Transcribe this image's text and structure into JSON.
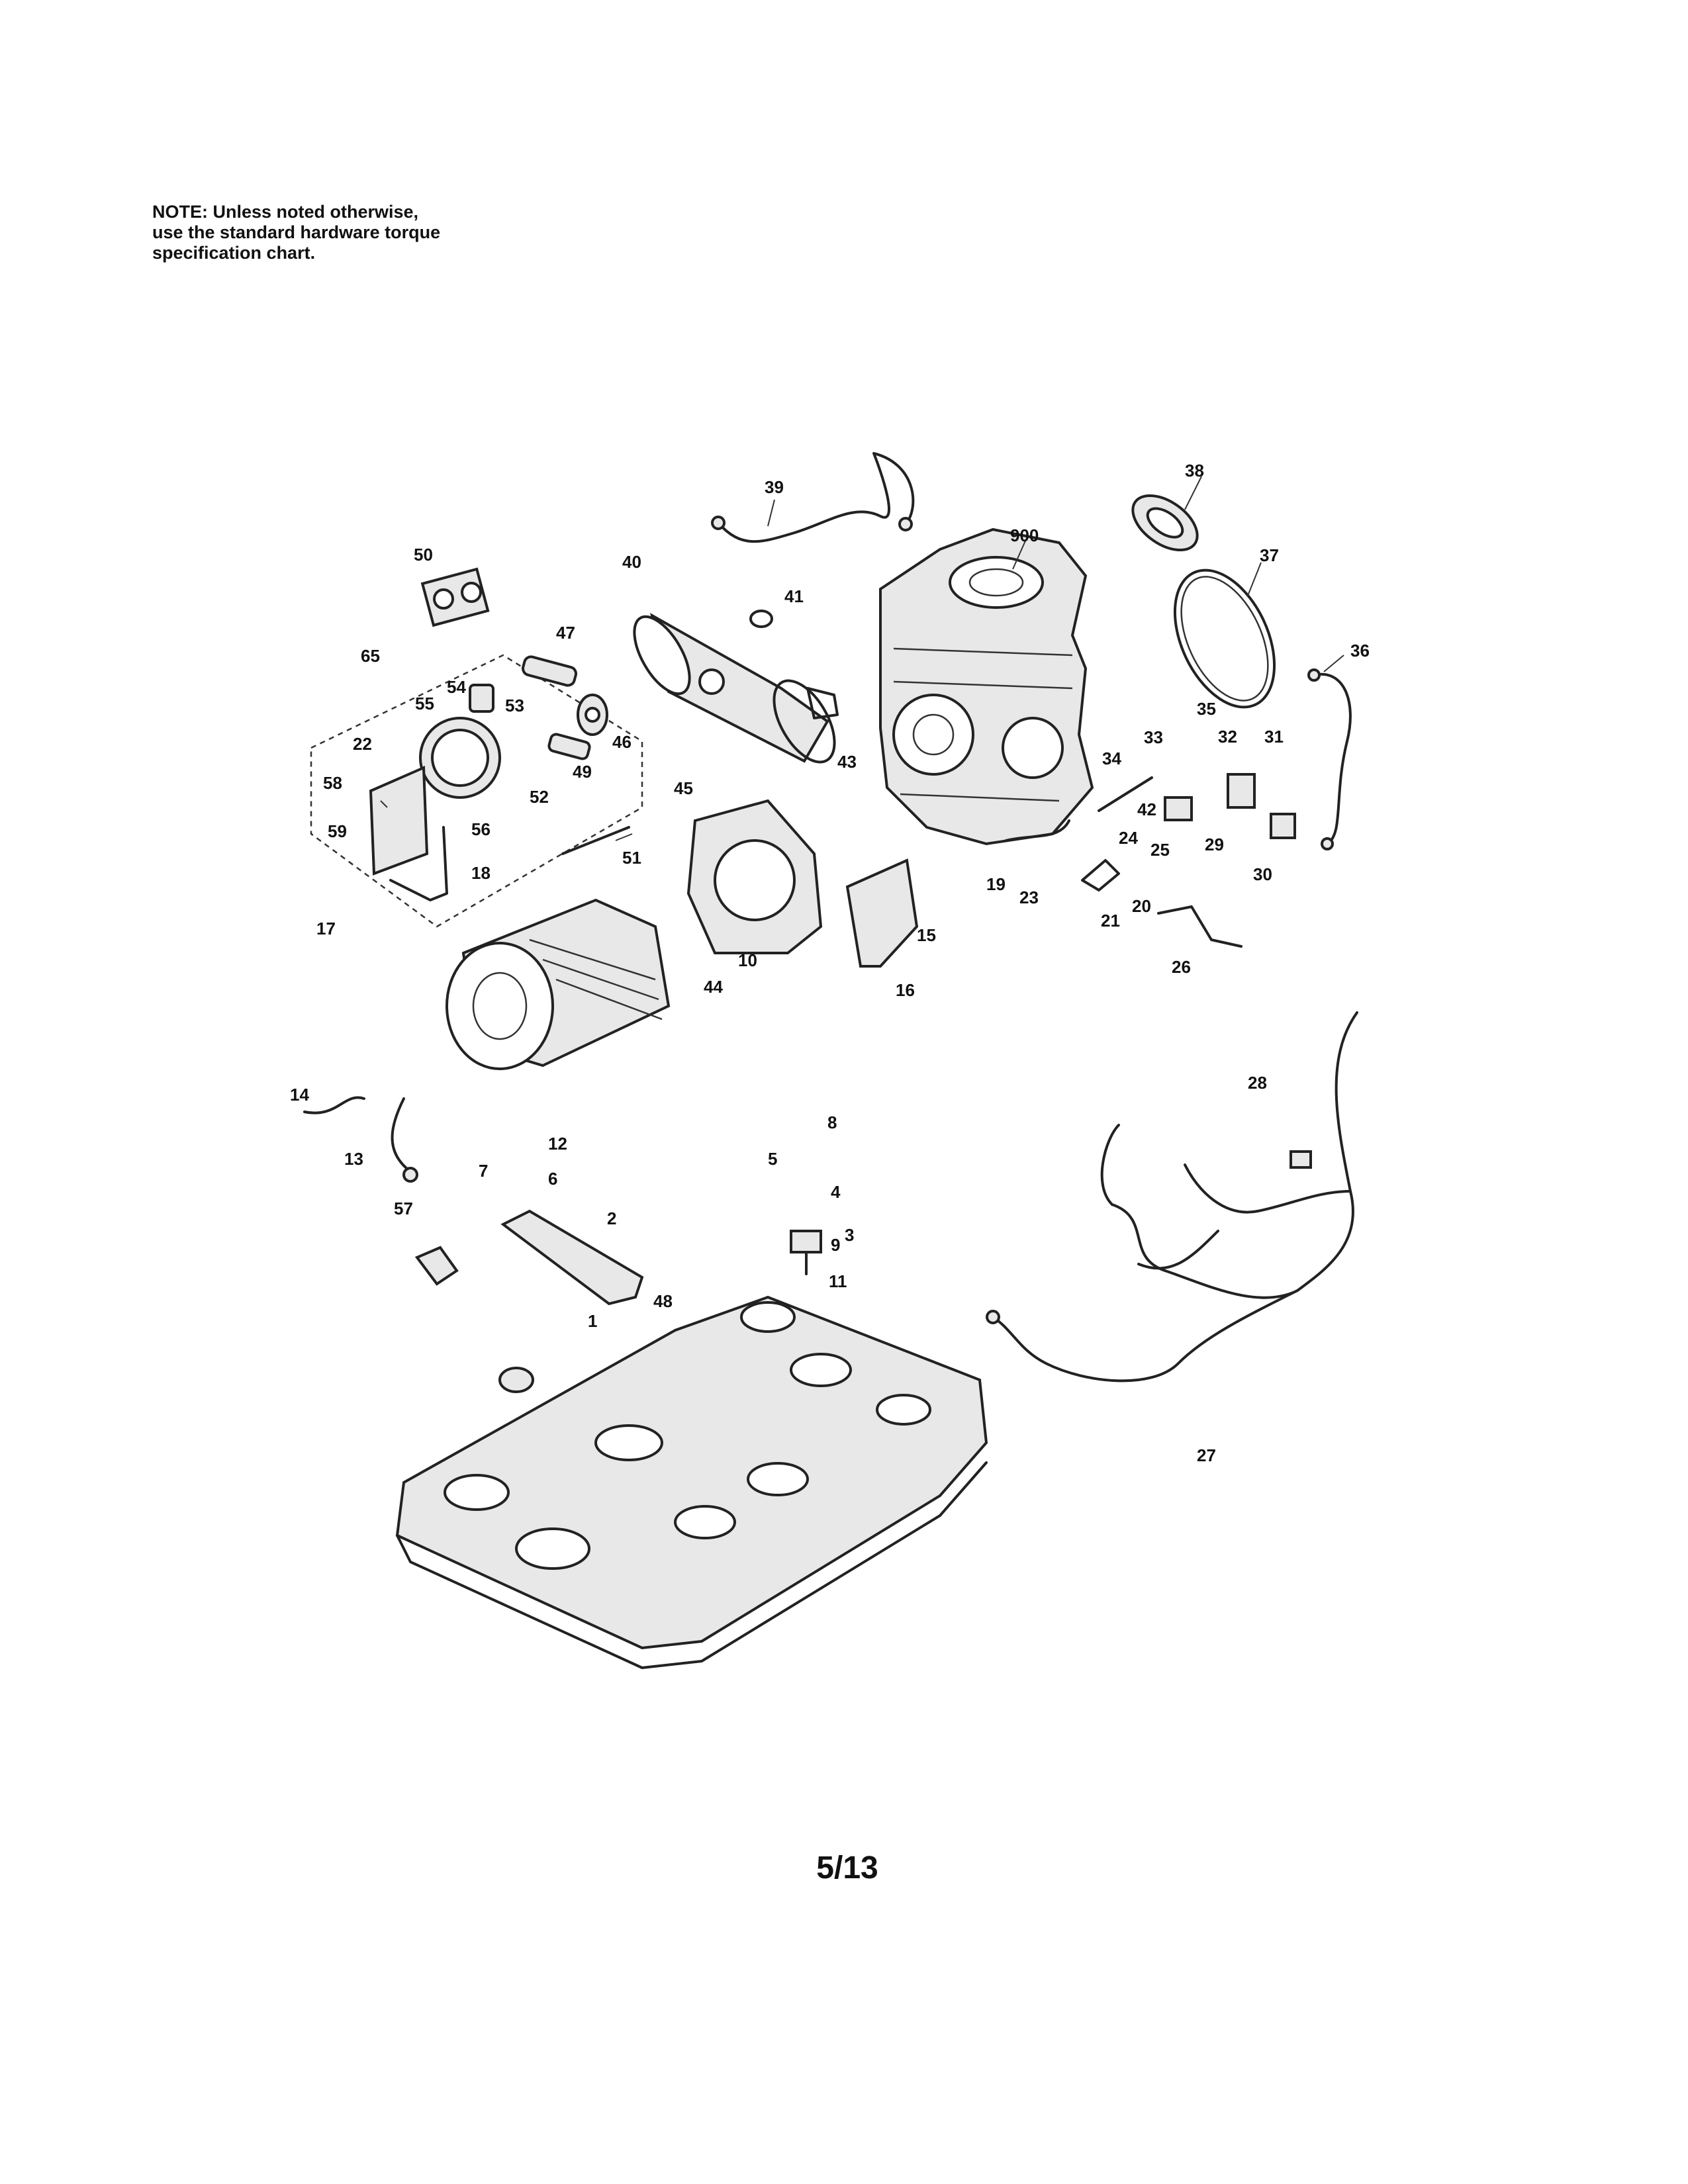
{
  "note": {
    "lines": [
      "NOTE: Unless noted otherwise,",
      "use the standard hardware torque",
      "specification chart."
    ]
  },
  "page_number": "5/13",
  "callouts": [
    "900",
    "39",
    "38",
    "37",
    "36",
    "40",
    "41",
    "43",
    "50",
    "47",
    "65",
    "54",
    "53",
    "55",
    "46",
    "49",
    "22",
    "58",
    "59",
    "56",
    "52",
    "18",
    "17",
    "51",
    "45",
    "10",
    "44",
    "15",
    "16",
    "19",
    "23",
    "24",
    "25",
    "20",
    "21",
    "26",
    "33",
    "35",
    "32",
    "31",
    "34",
    "42",
    "29",
    "30",
    "28",
    "27",
    "14",
    "13",
    "12",
    "7",
    "6",
    "2",
    "57",
    "8",
    "5",
    "4",
    "3",
    "11",
    "9",
    "48",
    "1"
  ]
}
